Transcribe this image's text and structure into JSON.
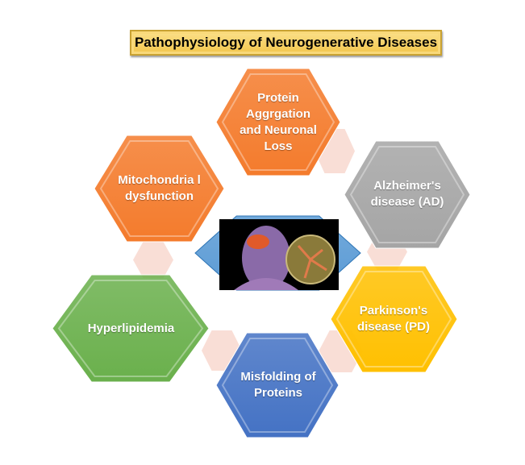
{
  "title": "Pathophysiology of Neurogenerative Diseases",
  "nodes": [
    {
      "id": "protein",
      "label": "Protein Aggrgation and Neuronal Loss",
      "color": "#f47b2c"
    },
    {
      "id": "mito",
      "label": "Mitochondria l dysfunction",
      "color": "#f47b2c"
    },
    {
      "id": "alz",
      "label": "Alzheimer's disease (AD)",
      "color": "#a5a5a5"
    },
    {
      "id": "hyper",
      "label": "Hyperlipidemia",
      "color": "#6ab04c"
    },
    {
      "id": "park",
      "label": "Parkinson's disease (PD)",
      "color": "#ffc000"
    },
    {
      "id": "misfold",
      "label": "Misfolding of Proteins",
      "color": "#4472c4"
    }
  ],
  "center": {
    "color": "#5b9bd5",
    "image": "brain-neuron-illustration"
  }
}
